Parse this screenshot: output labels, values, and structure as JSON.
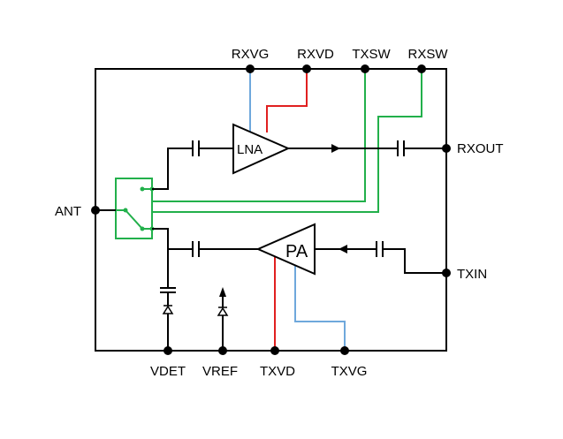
{
  "diagram": {
    "pins": {
      "rxvg": "RXVG",
      "rxvd": "RXVD",
      "txsw": "TXSW",
      "rxsw": "RXSW",
      "rxout": "RXOUT",
      "txin": "TXIN",
      "ant": "ANT",
      "vdet": "VDET",
      "vref": "VREF",
      "txvd": "TXVD",
      "txvg": "TXVG"
    },
    "blocks": {
      "lna": "LNA",
      "pa": "PA"
    },
    "colors": {
      "wire": "#000000",
      "gate_bias": "#6fa8dc",
      "drain_bias": "#e02020",
      "switch_control": "#22b04b"
    }
  }
}
